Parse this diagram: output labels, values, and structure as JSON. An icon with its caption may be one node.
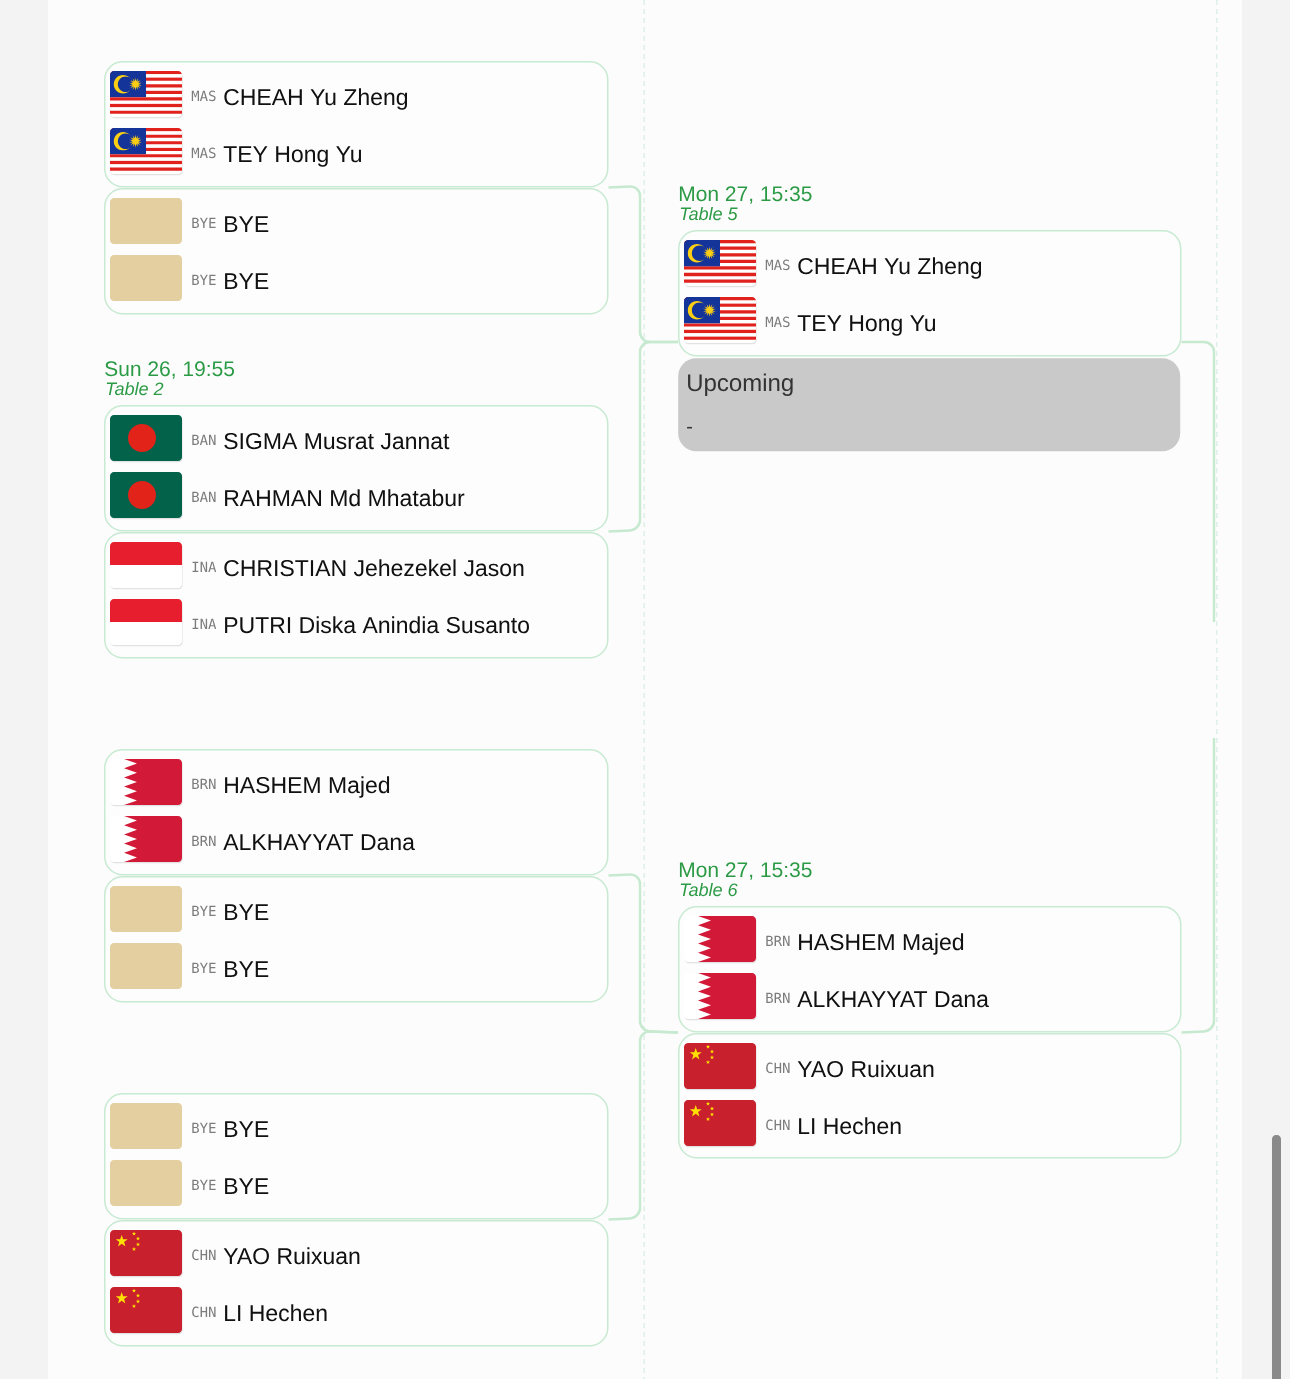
{
  "diagram": {
    "nodes": [
      {
        "text": [
          "MAS",
          "CHEAH Yu Zheng",
          "MAS",
          "TEY Hong Yu"
        ]
      },
      {
        "text": [
          "BYE",
          "BYE",
          "BYE",
          "BYE"
        ]
      },
      {
        "text": [
          "BAN",
          "SIGMA Musrat Jannat",
          "BAN",
          "RAHMAN Md Mhatabur"
        ],
        "beside": [
          "Sun 26, 19:55",
          "Table 2"
        ]
      },
      {
        "text": [
          "INA",
          "CHRISTIAN Jehezekel Jason",
          "INA",
          "PUTRI Diska Anindia Susanto"
        ]
      },
      {
        "text": [
          "BRN",
          "HASHEM Majed",
          "BRN",
          "ALKHAYYAT Dana"
        ]
      },
      {
        "text": [
          "BYE",
          "BYE",
          "BYE",
          "BYE"
        ]
      },
      {
        "text": [
          "BYE",
          "BYE",
          "BYE",
          "BYE"
        ]
      },
      {
        "text": [
          "CHN",
          "YAO Ruixuan",
          "CHN",
          "LI Hechen"
        ]
      },
      {
        "text": [
          "MAS",
          "CHEAH Yu Zheng",
          "MAS",
          "TEY Hong Yu"
        ],
        "beside": [
          "Mon 27, 15:35",
          "Table 5"
        ]
      },
      {
        "text": [
          "Upcoming",
          "-"
        ]
      },
      {
        "text": [
          "BRN",
          "HASHEM Majed",
          "BRN",
          "ALKHAYYAT Dana"
        ],
        "beside": [
          "Mon 27, 15:35",
          "Table 6"
        ]
      },
      {
        "text": [
          "CHN",
          "YAO Ruixuan",
          "CHN",
          "LI Hechen"
        ]
      }
    ],
    "edges": [
      {
        "from": 0,
        "to": 8,
        "arrow": "none"
      },
      {
        "from": 2,
        "to": 8,
        "arrow": "none"
      },
      {
        "from": 4,
        "to": 10,
        "arrow": "none"
      },
      {
        "from": 6,
        "to": 10,
        "arrow": "none"
      },
      {
        "from": 8,
        "to": null,
        "arrow": "none"
      },
      {
        "from": 10,
        "to": null,
        "arrow": "none"
      }
    ]
  }
}
